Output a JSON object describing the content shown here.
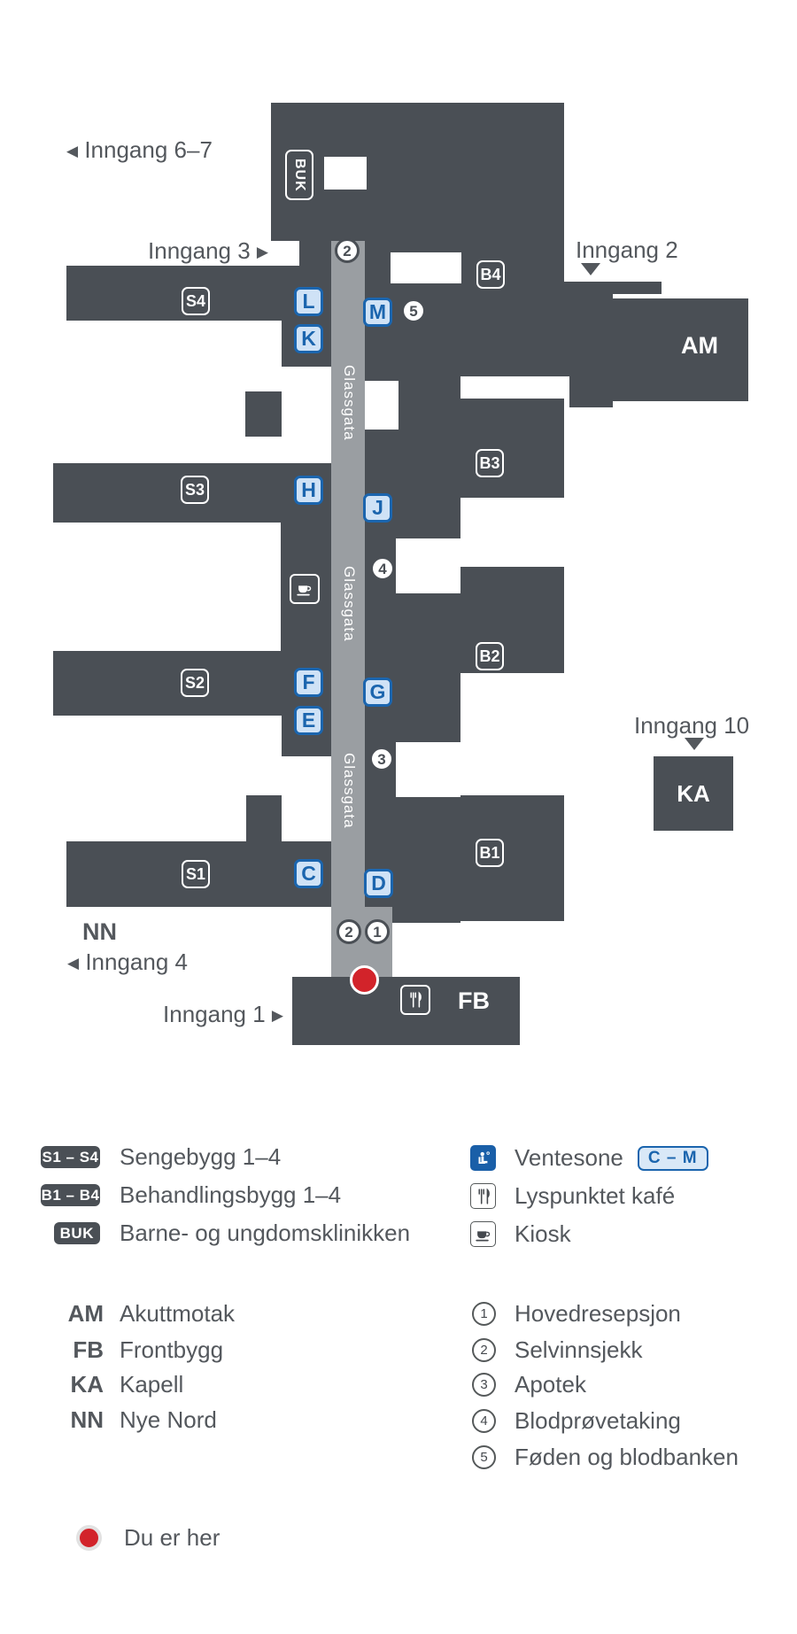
{
  "map": {
    "corridor_label": "Glassgata",
    "letters": {
      "L": "L",
      "K": "K",
      "M": "M",
      "H": "H",
      "J": "J",
      "F": "F",
      "G": "G",
      "E": "E",
      "C": "C",
      "D": "D"
    },
    "building_badges": {
      "S4": "S4",
      "S3": "S3",
      "S2": "S2",
      "S1": "S1",
      "B4": "B4",
      "B3": "B3",
      "B2": "B2",
      "B1": "B1",
      "BUK": "BUK"
    },
    "building_labels": {
      "AM": "AM",
      "KA": "KA",
      "FB": "FB",
      "NN": "NN"
    },
    "circles": {
      "top2": "2",
      "c5": "5",
      "c4": "4",
      "c3": "3",
      "bottom2": "2",
      "bottom1": "1"
    },
    "entrances": {
      "e67": {
        "arrow": "◀",
        "label": "Inngang 6–7"
      },
      "e3": {
        "label": "Inngang 3",
        "arrow": "▶"
      },
      "e2": {
        "label": "Inngang 2"
      },
      "e10": {
        "label": "Inngang 10"
      },
      "e4": {
        "arrow": "◀",
        "label": "Inngang 4"
      },
      "e1": {
        "label": "Inngang 1",
        "arrow": "▶"
      }
    }
  },
  "legend": {
    "buildings": [
      {
        "badge": "S1 – S4",
        "label": "Sengebygg 1–4"
      },
      {
        "badge": "B1 – B4",
        "label": "Behandlingsbygg 1–4"
      },
      {
        "badge": "BUK",
        "label": "Barne- og ungdomsklinikken"
      }
    ],
    "facilities": [
      {
        "icon": "waiting-area-icon",
        "label": "Ventesone",
        "badge": "C – M"
      },
      {
        "icon": "restaurant-icon",
        "label": "Lyspunktet kafé"
      },
      {
        "icon": "kiosk-icon",
        "label": "Kiosk"
      }
    ],
    "abbreviations": [
      {
        "abbr": "AM",
        "label": "Akuttmotak"
      },
      {
        "abbr": "FB",
        "label": "Frontbygg"
      },
      {
        "abbr": "KA",
        "label": "Kapell"
      },
      {
        "abbr": "NN",
        "label": "Nye Nord"
      }
    ],
    "numbered": [
      {
        "num": "1",
        "label": "Hovedresepsjon"
      },
      {
        "num": "2",
        "label": "Selvinnsjekk"
      },
      {
        "num": "3",
        "label": "Apotek"
      },
      {
        "num": "4",
        "label": "Blodprøvetaking"
      },
      {
        "num": "5",
        "label": "Føden og blodbanken"
      }
    ],
    "you_are_here": "Du er her",
    "colors": {
      "building": "#4A4F55",
      "corridor": "#9A9EA2",
      "accent_blue": "#1B65AE",
      "marker_red": "#D2232A"
    }
  }
}
